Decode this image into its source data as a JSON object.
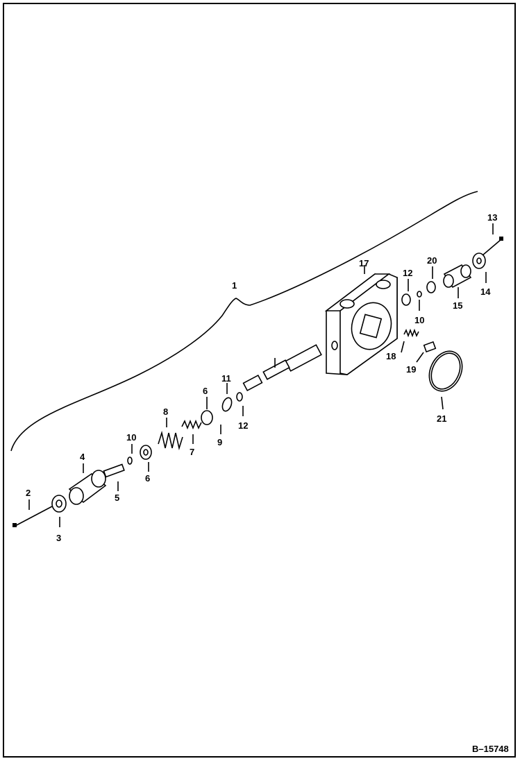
{
  "drawing_id": "B–15748",
  "callouts": {
    "c1": "1",
    "c2": "2",
    "c3": "3",
    "c4": "4",
    "c5": "5",
    "c6a": "6",
    "c6b": "6",
    "c7": "7",
    "c8": "8",
    "c9": "9",
    "c10a": "10",
    "c10b": "10",
    "c11": "11",
    "c12a": "12",
    "c12b": "12",
    "c13": "13",
    "c14": "14",
    "c15": "15",
    "c17": "17",
    "c18": "18",
    "c19": "19",
    "c20": "20",
    "c21": "21"
  }
}
